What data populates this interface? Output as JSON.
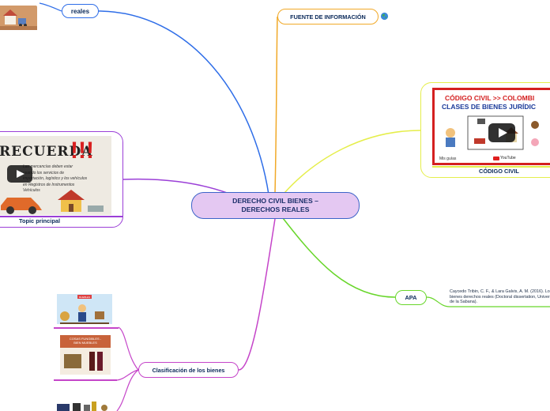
{
  "central": {
    "label_line1": "DERECHO CIVIL BIENES –",
    "label_line2": "DERECHOS REALES"
  },
  "branches": {
    "reales": "reales",
    "fuente": "FUENTE DE INFORMACIÓN",
    "apa": "APA",
    "clasificacion": "Clasificación de los bienes"
  },
  "topic_card": {
    "caption": "Topic principal",
    "headline": "RECUERDA",
    "exclaims": "!!!",
    "body_lines": [
      "Las mercancías deben estar",
      "usando los servicios de",
      "importación, logístico y los vehículos",
      "en Registros de Instrumentos",
      "Vehículos"
    ]
  },
  "codigo_card": {
    "caption": "CÓDIGO CIVIL",
    "title1": "CÓDIGO CIVIL >> COLOMBI",
    "title2": "CLASES DE BIENES JURÍDIC",
    "channel": "Mis guías",
    "platform": "YouTube"
  },
  "apa_reference": "Caycedo Tribin, C. F., & Lara Galvis, A. M. (2016). Los bienes derechos reales (Doctoral dissertation, Universidad de la Sabana).",
  "clasif_images": {
    "img1_label": "MUEBLES",
    "img2_label_line1": "COSAS FUNGIBLES -",
    "img2_label_line2": "BIEN MUEBLES"
  },
  "colors": {
    "central_fill": "#e4c8f2",
    "reales": "#2f6ee8",
    "fuente": "#f1a928",
    "codigo": "#e5ee4b",
    "apa": "#68d62a",
    "clasificacion": "#c545c9",
    "topic": "#9b3fd7"
  },
  "icons": [
    "globe-icon",
    "play-icon",
    "youtube-icon"
  ]
}
